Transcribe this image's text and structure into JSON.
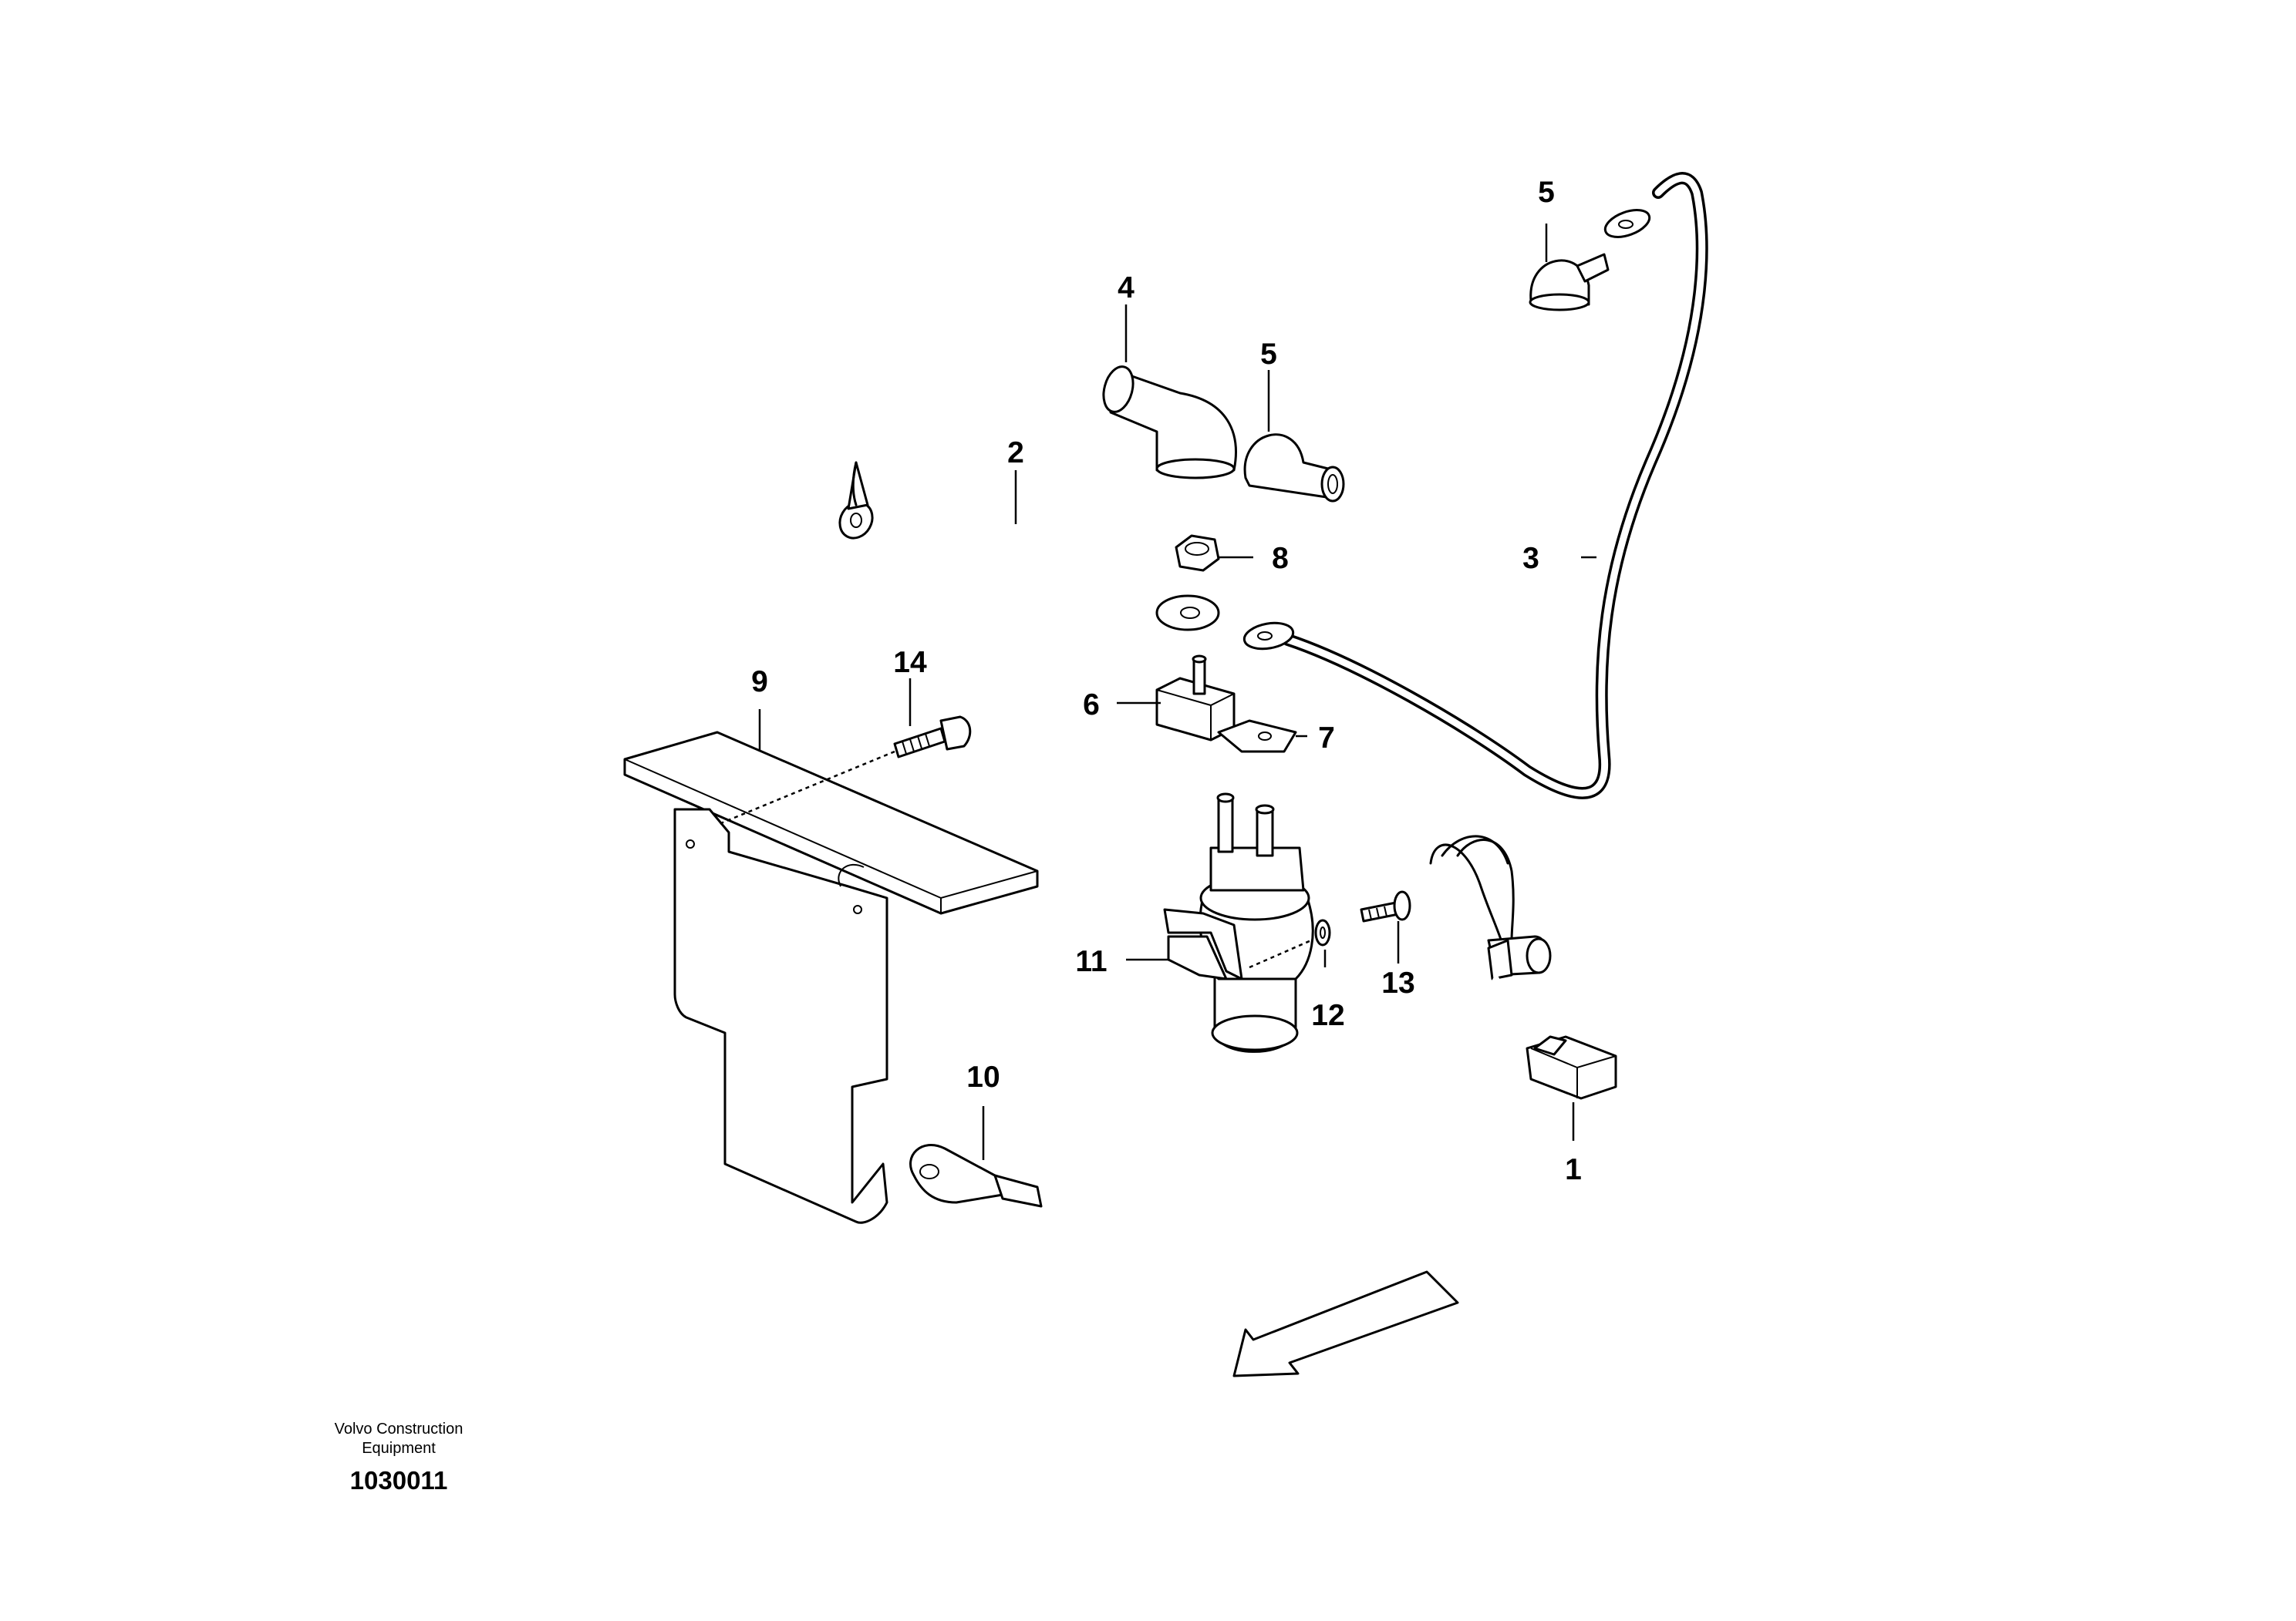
{
  "callouts": [
    {
      "id": "c1",
      "label": "1"
    },
    {
      "id": "c2",
      "label": "2"
    },
    {
      "id": "c3",
      "label": "3"
    },
    {
      "id": "c4",
      "label": "4"
    },
    {
      "id": "c5a",
      "label": "5"
    },
    {
      "id": "c5b",
      "label": "5"
    },
    {
      "id": "c6",
      "label": "6"
    },
    {
      "id": "c7",
      "label": "7"
    },
    {
      "id": "c8",
      "label": "8"
    },
    {
      "id": "c9",
      "label": "9"
    },
    {
      "id": "c10",
      "label": "10"
    },
    {
      "id": "c11",
      "label": "11"
    },
    {
      "id": "c12",
      "label": "12"
    },
    {
      "id": "c13",
      "label": "13"
    },
    {
      "id": "c14",
      "label": "14"
    }
  ],
  "footer": {
    "company_line1": "Volvo Construction",
    "company_line2": "Equipment",
    "drawing_number": "1030011"
  }
}
